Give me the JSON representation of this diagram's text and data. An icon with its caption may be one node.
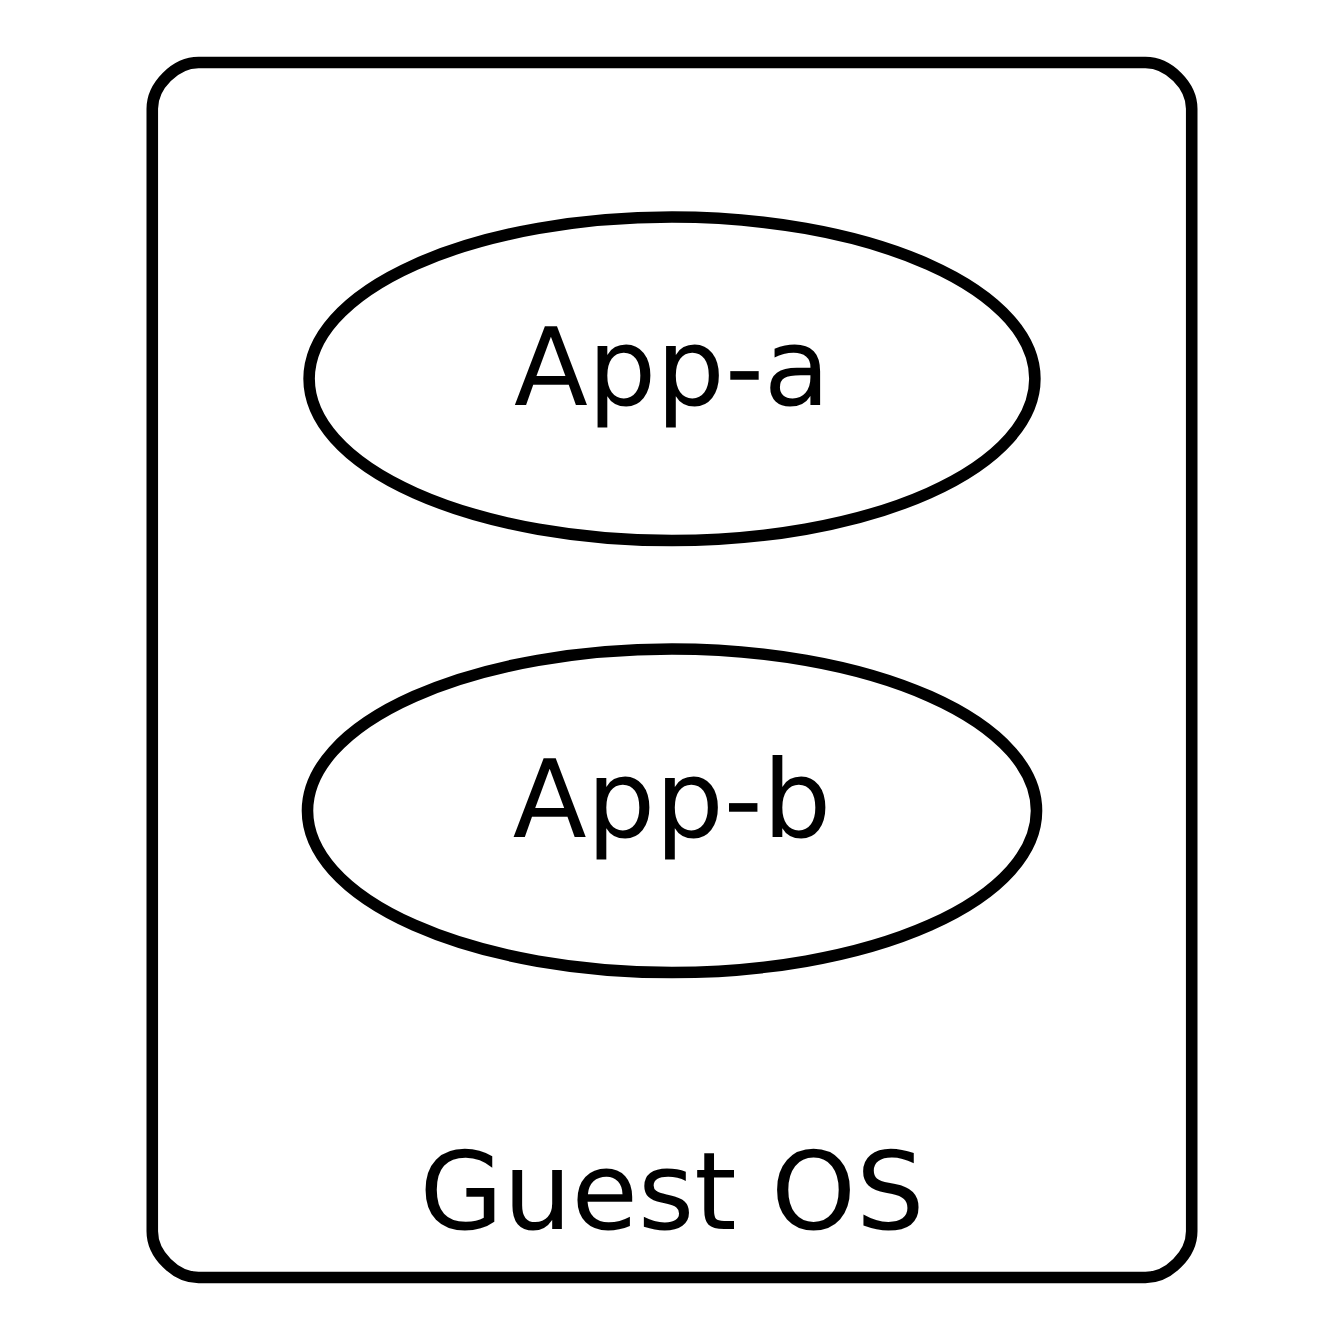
{
  "diagram": {
    "nodes": [
      {
        "text": [
          "Guest OS"
        ]
      },
      {
        "text": [
          "App-a"
        ],
        "in": 0
      },
      {
        "text": [
          "App-b"
        ],
        "in": 0
      }
    ]
  }
}
